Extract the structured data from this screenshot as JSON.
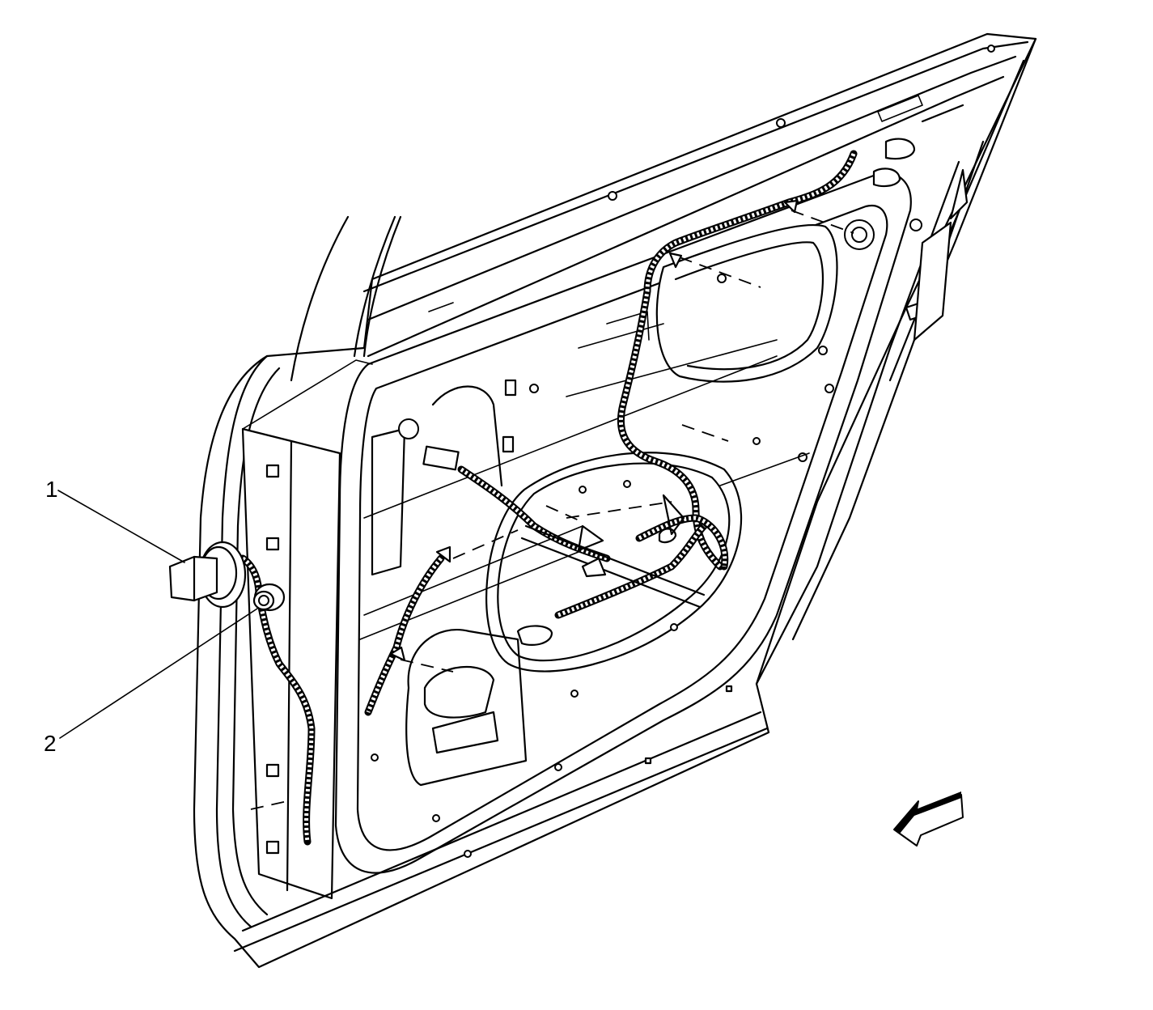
{
  "callouts": [
    {
      "id": "1",
      "label": "1"
    },
    {
      "id": "2",
      "label": "2"
    }
  ],
  "icons": {
    "direction_arrow": "front-direction-arrow-icon",
    "connector": "connector-icon",
    "grommet": "grommet-icon"
  },
  "colors": {
    "line": "#000000",
    "background": "#ffffff"
  }
}
